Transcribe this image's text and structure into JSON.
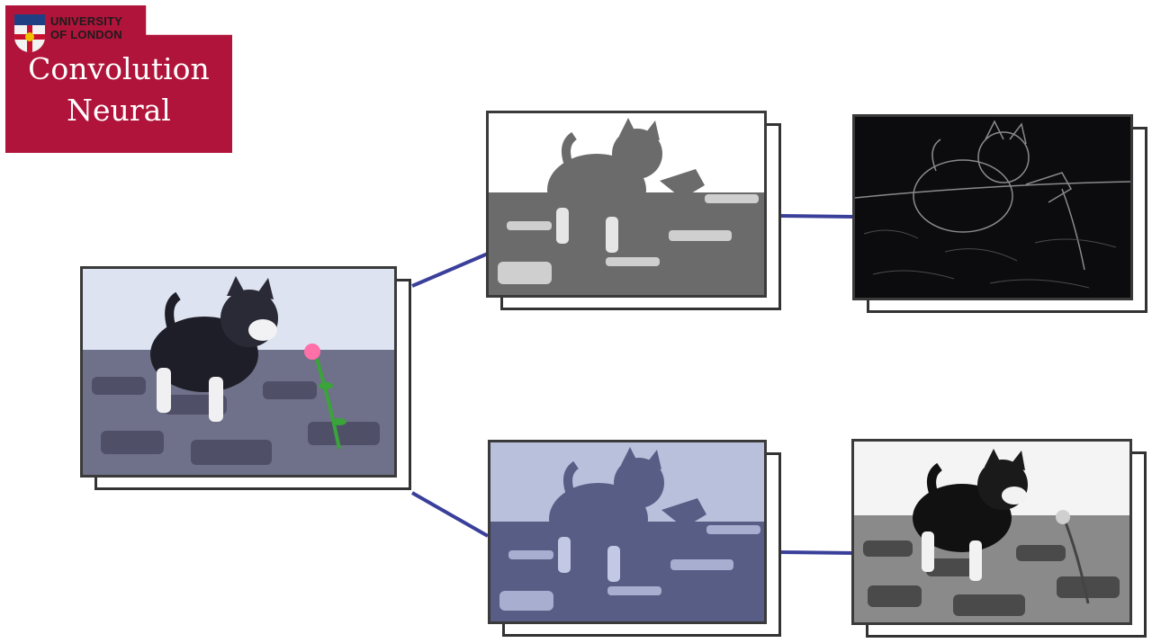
{
  "badge": {
    "university_line1": "UNIVERSITY",
    "university_line2": "OF LONDON",
    "title_line1": "Convolution",
    "title_line2": "Neural"
  },
  "colors": {
    "brand": "#b0143a",
    "connector": "#3a3f9a"
  },
  "images": [
    {
      "id": "input",
      "kind": "color photo of kitten with flower"
    },
    {
      "id": "filter-top",
      "kind": "gray posterized kitten"
    },
    {
      "id": "filter-bottom",
      "kind": "blue posterized kitten"
    },
    {
      "id": "edge-map",
      "kind": "dark edge detection kitten"
    },
    {
      "id": "grayscale",
      "kind": "black and white kitten"
    }
  ]
}
